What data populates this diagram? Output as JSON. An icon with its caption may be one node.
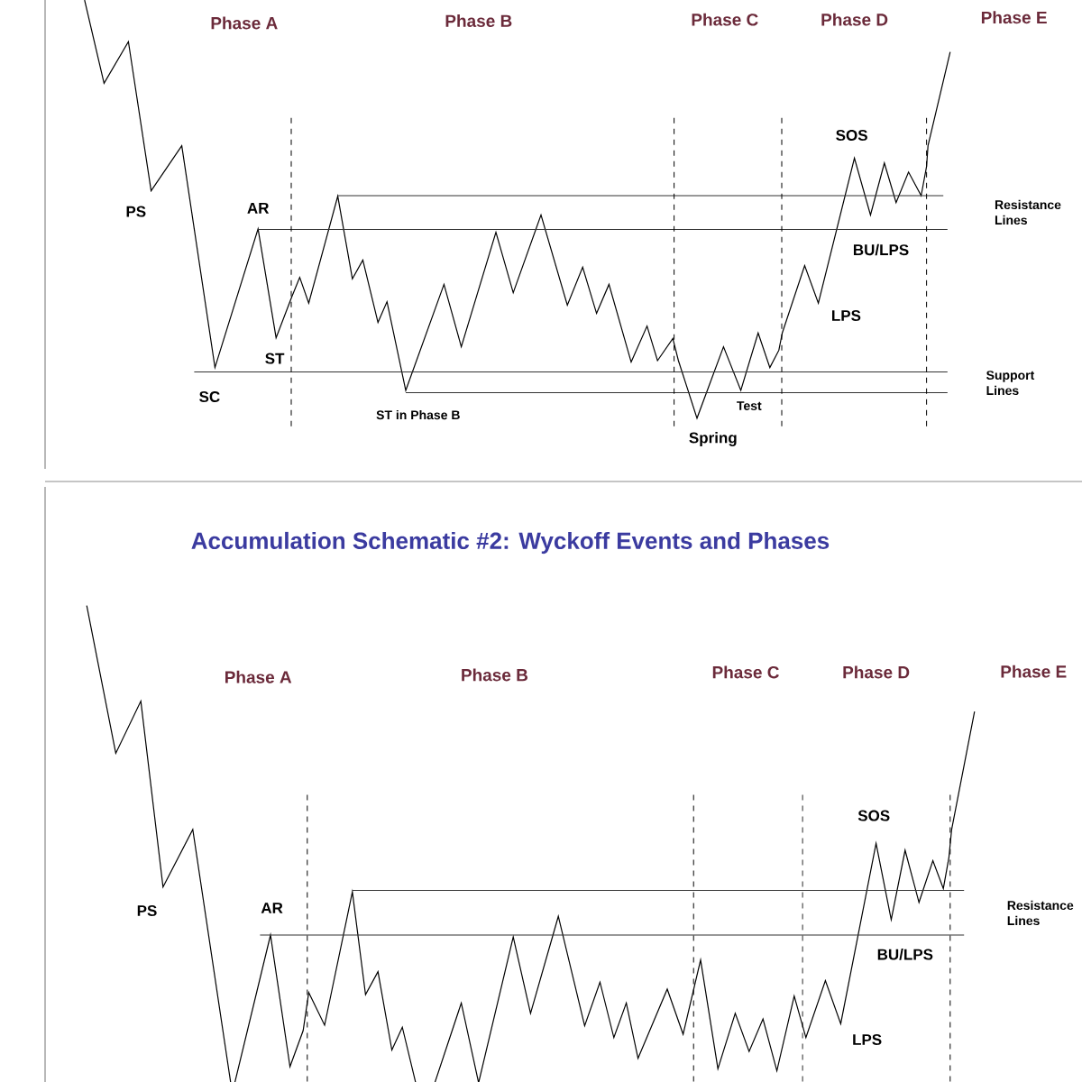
{
  "diagram": {
    "title": "Accumulation Schematic #2: Wyckoff Events and Phases",
    "labels": [
      "Phase A",
      "Phase B",
      "Phase C",
      "Phase D",
      "Phase E",
      "PS",
      "AR",
      "SOS",
      "Resistance Lines",
      "BU/LPS",
      "LPS",
      "ST",
      "Support Lines",
      "SC",
      "ST in Phase B",
      "Test",
      "Spring",
      "Phase A",
      "Phase B",
      "Phase C",
      "Phase D",
      "Phase E",
      "SOS",
      "PS",
      "AR",
      "Resistance Lines",
      "BU/LPS",
      "LPS"
    ]
  }
}
